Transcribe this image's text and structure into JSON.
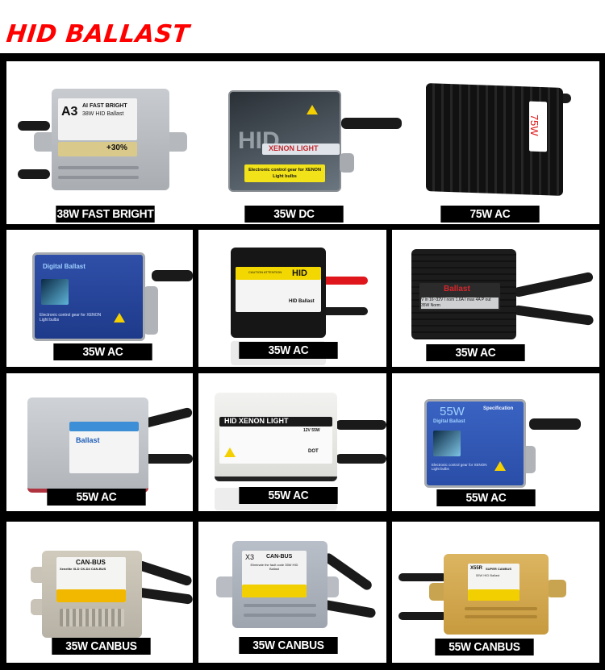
{
  "header": {
    "title": "HID BALLAST"
  },
  "colors": {
    "title_red": "#ff0000",
    "frame": "#000000",
    "panel": "#ffffff",
    "label_bg": "#000000",
    "label_text": "#ffffff"
  },
  "products": [
    {
      "label": "38W FAST BRIGHT",
      "model": "A3",
      "brand": "AI FAST BRIGHT",
      "subtitle": "38W HID Ballast",
      "badge": "+30%",
      "icon": "silver-ballast-icon"
    },
    {
      "label": "35W DC",
      "sticker_title": "XENON LIGHT",
      "sticker_note": "Electronic control gear for XENON Light bulbs",
      "logo": "HID",
      "icon": "dark-ballast-icon"
    },
    {
      "label": "75W AC",
      "sticker_title": "75W",
      "icon": "black-ballast-icon"
    },
    {
      "label": "35W AC",
      "sticker_title": "Digital Ballast",
      "sticker_note": "Electronic control gear for XENON Light bulbs",
      "icon": "blue-ballast-icon"
    },
    {
      "label": "35W AC",
      "sticker_title": "HID",
      "sticker_sub": "HID Ballast",
      "sticker_warn": "CAUTION ATTENTION",
      "icon": "black-ballast-icon"
    },
    {
      "label": "35W AC",
      "sticker_title": "Ballast",
      "sticker_spec": "V in 16~32V  I nom 1.6A  I max 4A  P out 35W Norm",
      "icon": "black-ballast-icon"
    },
    {
      "label": "55W AC",
      "sticker_title": "Ballast",
      "icon": "silver-ballast-icon"
    },
    {
      "label": "55W AC",
      "sticker_title": "HID XENON LIGHT",
      "sticker_sub": "12V 55W",
      "sticker_mark": "DOT",
      "icon": "white-ballast-icon"
    },
    {
      "label": "55W AC",
      "sticker_title": "55W",
      "sticker_sub": "Digital Ballast",
      "sticker_spec": "Specification",
      "sticker_note": "Electronic control gear for XENON Light bulbs",
      "icon": "blue-ballast-icon"
    },
    {
      "label": "35W CANBUS",
      "sticker_title": "CAN-BUS",
      "sticker_sub": "Xenelite XLD CK-D4 CAN-BUS",
      "icon": "silver-ballast-icon"
    },
    {
      "label": "35W CANBUS",
      "model": "X3",
      "sticker_title": "CAN-BUS",
      "sticker_sub": "Eliminate the fault code 35W HID Ballast",
      "icon": "silver-ballast-icon"
    },
    {
      "label": "55W CANBUS",
      "model": "X55R",
      "sticker_title": "SUPER CANBUS",
      "sticker_sub": "55W HID Ballast",
      "icon": "gold-ballast-icon"
    }
  ]
}
